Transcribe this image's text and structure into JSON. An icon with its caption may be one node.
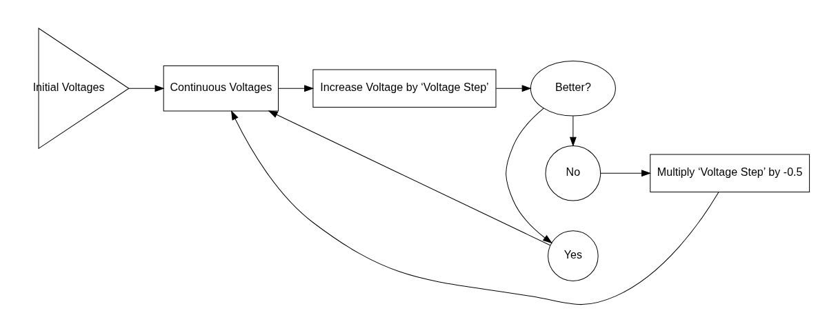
{
  "diagram": {
    "nodes": [
      {
        "text": [
          "Initial Voltages"
        ]
      },
      {
        "text": [
          "Continuous Voltages"
        ]
      },
      {
        "text": [
          "Increase Voltage by ‘Voltage Step’"
        ]
      },
      {
        "text": [
          "Better?"
        ]
      },
      {
        "text": [
          "Yes"
        ]
      },
      {
        "text": [
          "No"
        ]
      },
      {
        "text": [
          "Multiply ‘Voltage Step’ by -0.5"
        ]
      }
    ],
    "edges": [
      {
        "from": 0,
        "to": 1,
        "arrow": "to"
      },
      {
        "from": 1,
        "to": 2,
        "arrow": "to"
      },
      {
        "from": 2,
        "to": 3,
        "arrow": "to"
      },
      {
        "from": 3,
        "to": 4,
        "arrow": "to"
      },
      {
        "from": 4,
        "to": 1,
        "arrow": "to"
      },
      {
        "from": 3,
        "to": 5,
        "arrow": "to"
      },
      {
        "from": 5,
        "to": 6,
        "arrow": "to"
      },
      {
        "from": 6,
        "to": 1,
        "arrow": "to"
      }
    ]
  }
}
